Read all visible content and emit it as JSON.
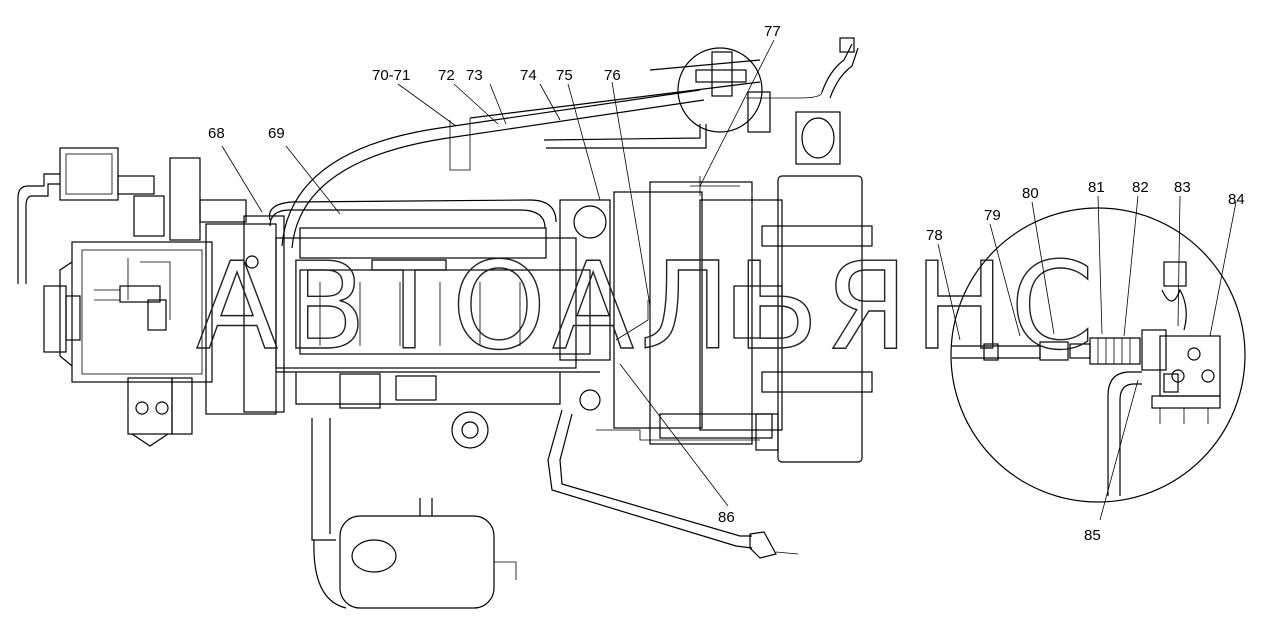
{
  "watermark": "АВТОАЛЬЯНС",
  "callouts": [
    {
      "id": "c68",
      "text": "68"
    },
    {
      "id": "c69",
      "text": "69"
    },
    {
      "id": "c70",
      "text": "70-71"
    },
    {
      "id": "c72",
      "text": "72"
    },
    {
      "id": "c73",
      "text": "73"
    },
    {
      "id": "c74",
      "text": "74"
    },
    {
      "id": "c75",
      "text": "75"
    },
    {
      "id": "c76",
      "text": "76"
    },
    {
      "id": "c77",
      "text": "77"
    },
    {
      "id": "c78",
      "text": "78"
    },
    {
      "id": "c79",
      "text": "79"
    },
    {
      "id": "c80",
      "text": "80"
    },
    {
      "id": "c81",
      "text": "81"
    },
    {
      "id": "c82",
      "text": "82"
    },
    {
      "id": "c83",
      "text": "83"
    },
    {
      "id": "c84",
      "text": "84"
    },
    {
      "id": "c85",
      "text": "85"
    },
    {
      "id": "c86",
      "text": "86"
    }
  ]
}
